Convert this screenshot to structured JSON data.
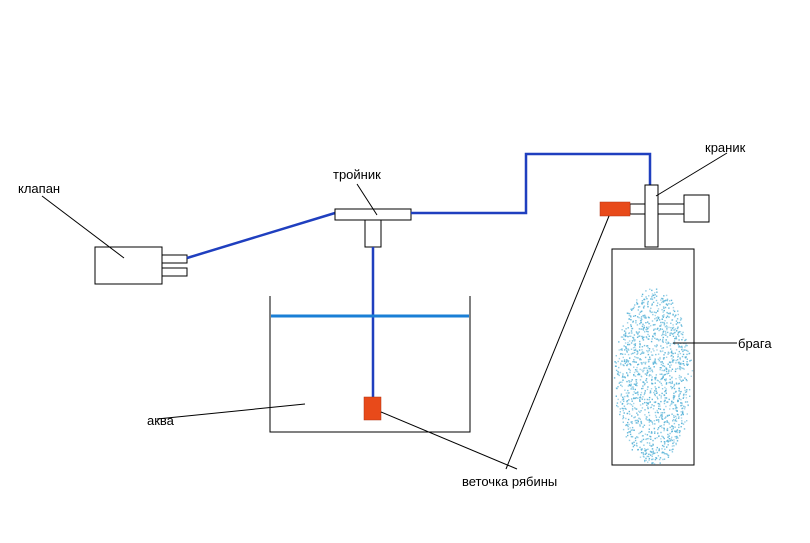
{
  "labels": {
    "valve": "клапан",
    "tee": "тройник",
    "tap": "краник",
    "aqua": "аква",
    "wash": "брага",
    "branch": "веточка рябины"
  },
  "colors": {
    "tube": "#1f3fbf",
    "water_line": "#1a7fd6",
    "branch": "#e84a1a",
    "foam": "#5ab4d8",
    "outline": "#000000"
  }
}
